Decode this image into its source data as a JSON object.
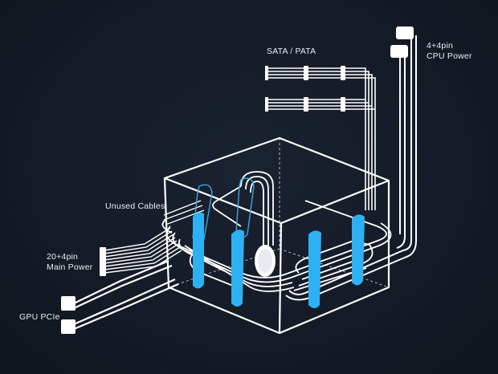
{
  "labels": {
    "sata": "SATA / PATA",
    "cpu_line1": "4+4pin",
    "cpu_line2": "CPU Power",
    "unused": "Unused Cables",
    "main_line1": "20+4pin",
    "main_line2": "Main Power",
    "gpu": "GPU PCIe"
  },
  "colors": {
    "background": "#141a26",
    "line": "#ffffff",
    "tie": "#2eb1f2",
    "tie_outline": "#3aa6e6"
  }
}
